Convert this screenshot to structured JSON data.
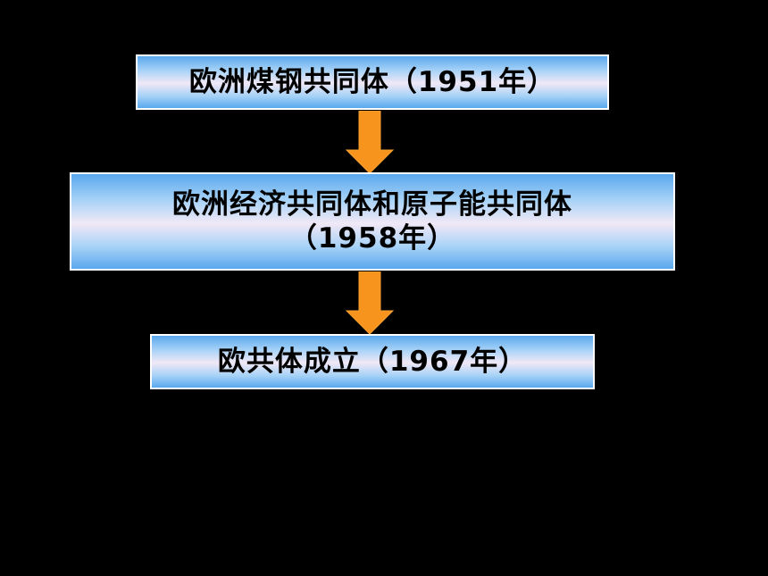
{
  "diagram": {
    "nodes": [
      {
        "id": "node-1",
        "lines": [
          "欧洲煤钢共同体（1951年）"
        ]
      },
      {
        "id": "node-2",
        "lines": [
          "欧洲经济共同体和原子能共同体",
          "（1958年）"
        ]
      },
      {
        "id": "node-3",
        "lines": [
          "欧共体成立（1967年）"
        ]
      }
    ],
    "edges": [
      {
        "from": "node-1",
        "to": "node-2"
      },
      {
        "from": "node-2",
        "to": "node-3"
      }
    ],
    "colors": {
      "background": "#000000",
      "box_border": "#ffffff",
      "box_gradient_edge": "#5aa8ee",
      "box_gradient_center": "#f1e8f6",
      "arrow_fill": "#f7941d",
      "text": "#000000"
    }
  }
}
